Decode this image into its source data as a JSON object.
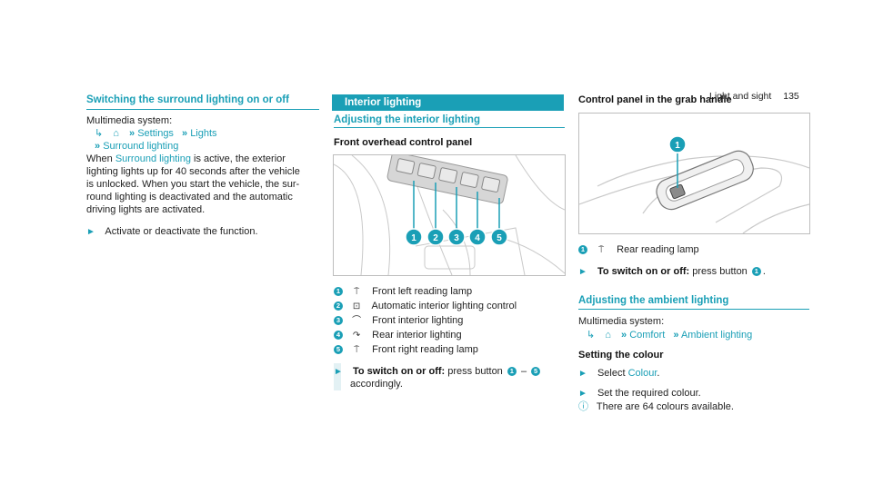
{
  "header": {
    "section": "Light and sight",
    "page_number": "135"
  },
  "col1": {
    "heading": "Switching the surround lighting on or off",
    "multimedia_label": "Multimedia system:",
    "nav_path_1": [
      "Settings",
      "Lights"
    ],
    "nav_path_2": "Surround lighting",
    "body_line1_pre": "When",
    "body_line1_link": "Surround lighting",
    "body_line1_post": "is active, the exterior",
    "body_line2": "lighting lights up for 40 seconds after the vehicle",
    "body_line3": "is unlocked. When you start the vehicle, the sur-",
    "body_line4": "round lighting is deactivated and the automatic",
    "body_line5": "driving lights are activated.",
    "action": "Activate or deactivate the function."
  },
  "col2": {
    "band_title": "Interior lighting",
    "subheading": "Adjusting the interior lighting",
    "panel_title": "Front overhead control panel",
    "items": [
      {
        "n": "1",
        "icon": "reading-lamp-icon",
        "glyph": "⍑",
        "text": "Front left reading lamp"
      },
      {
        "n": "2",
        "icon": "auto-lighting-icon",
        "glyph": "⊡",
        "text": "Automatic interior lighting control"
      },
      {
        "n": "3",
        "icon": "front-interior-light-icon",
        "glyph": "⌒",
        "text": "Front interior lighting"
      },
      {
        "n": "4",
        "icon": "rear-interior-light-icon",
        "glyph": "↷",
        "text": "Rear interior lighting"
      },
      {
        "n": "5",
        "icon": "reading-lamp-icon",
        "glyph": "⍑",
        "text": "Front right reading lamp"
      }
    ],
    "action_bold": "To switch on or off:",
    "action_text": "press button",
    "action_dash": "–",
    "action_line2": "accordingly.",
    "callouts": [
      "1",
      "2",
      "3",
      "4",
      "5"
    ]
  },
  "col3": {
    "panel_title": "Control panel in the grab handle",
    "item": {
      "n": "1",
      "glyph": "⍑",
      "text": "Rear reading lamp"
    },
    "action_bold": "To switch on or off:",
    "action_text": "press button",
    "action_end": ".",
    "heading": "Adjusting the ambient lighting",
    "multimedia_label": "Multimedia system:",
    "nav_path": [
      "Comfort",
      "Ambient lighting"
    ],
    "setting_title": "Setting the colour",
    "select_pre": "Select",
    "select_link": "Colour",
    "select_end": ".",
    "set_text": "Set the required colour.",
    "info_text": "There are 64 colours available.",
    "callout": "1"
  },
  "colors": {
    "accent": "#1a9fb6",
    "note_bg": "#e3f1f4"
  }
}
